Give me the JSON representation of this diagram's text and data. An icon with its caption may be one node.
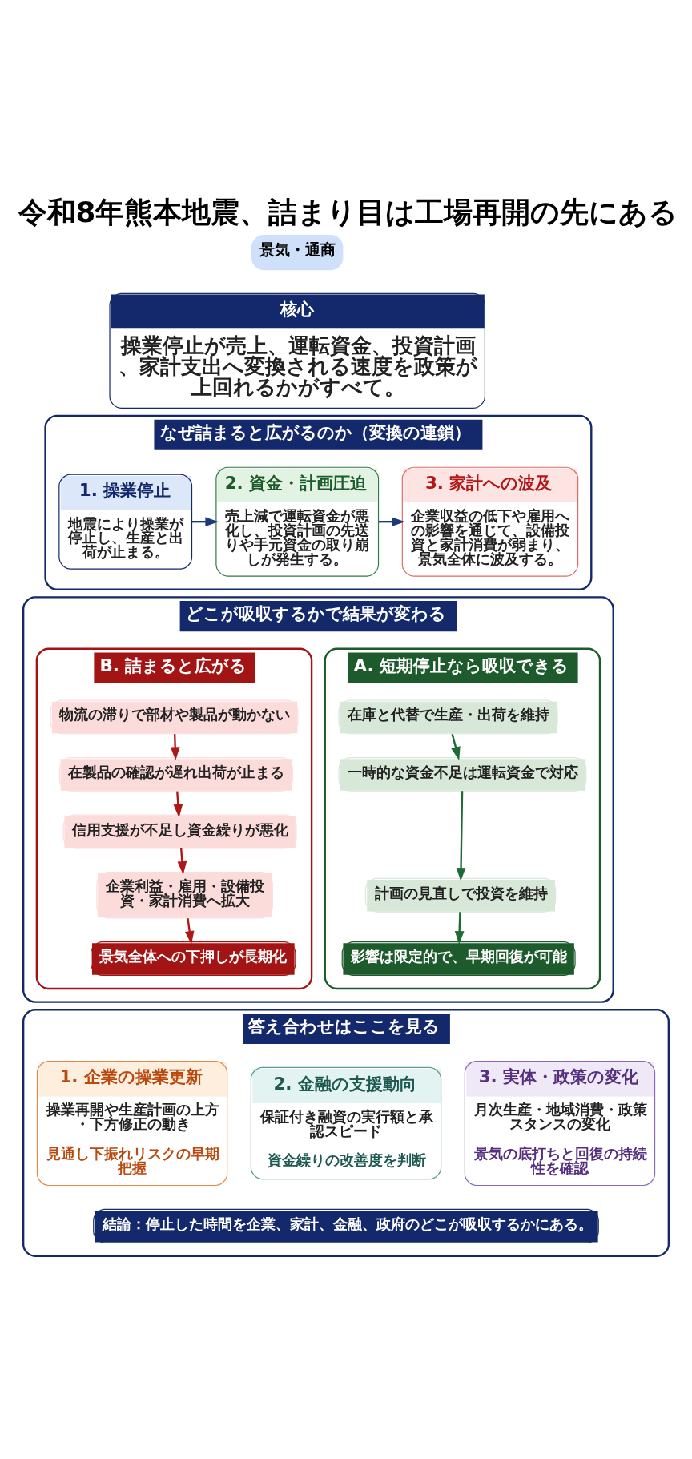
{
  "diagram": {
    "title": "令和8年熊本地震、詰まり目は工場再開の先にある",
    "nodes": [
      {
        "text": [
          "核心",
          "操業停止が売上、運転資金、投資計画、家計支出へ変換される速度を政策が上回れるかがすべて。"
        ]
      },
      {
        "text": [
          "なぜ詰まると広がるのか（変換の連鎖）"
        ]
      },
      {
        "text": [
          "1. 操業停止",
          "地震により操業が停止し、生産と出荷が止まる。"
        ],
        "in": 1
      },
      {
        "text": [
          "2. 資金・計画圧迫",
          "売上減で運転資金が悪化し、投資計画の先送りや手元資金の取り崩しが発生する。"
        ],
        "in": 1
      },
      {
        "text": [
          "3. 家計への波及",
          "企業収益の低下や雇用への影響を通じて、設備投資と家計消費が弱まり、景気全体に波及する。"
        ],
        "in": 1
      },
      {
        "text": [
          "どこが吸収するかで結果が変わる"
        ]
      },
      {
        "text": [
          "A. 短期停止なら吸収できる"
        ],
        "in": 5
      },
      {
        "text": [
          "在庫と代替で生産・出荷を維持"
        ],
        "in": 6
      },
      {
        "text": [
          "一時的な資金不足は運転資金で対応"
        ],
        "in": 6
      },
      {
        "text": [
          "計画の見直しで投資を維持"
        ],
        "in": 6
      },
      {
        "text": [
          "影響は限定的で、早期回復が可能"
        ],
        "in": 6
      },
      {
        "text": [
          "B. 詰まると広がる"
        ],
        "in": 5
      },
      {
        "text": [
          "物流の滞りで部材や製品が動かない"
        ],
        "in": 11
      },
      {
        "text": [
          "在製品の確認が遅れ出荷が止まる"
        ],
        "in": 11
      },
      {
        "text": [
          "信用支援が不足し資金繰りが悪化"
        ],
        "in": 11
      },
      {
        "text": [
          "企業利益・雇用・設備投資・家計消費へ拡大"
        ],
        "in": 11
      },
      {
        "text": [
          "景気全体への下押しが長期化"
        ],
        "in": 11
      },
      {
        "text": [
          "答え合わせはここを見る"
        ]
      },
      {
        "text": [
          "1. 企業の操業更新",
          "操業再開や生産計画の上方・下方修正の動き",
          "見通し下振れリスクの早期把握"
        ],
        "in": 17
      },
      {
        "text": [
          "2. 金融の支援動向",
          "保証付き融資の実行額と承認スピード",
          "資金繰りの改善度を判断"
        ],
        "in": 17
      },
      {
        "text": [
          "3. 実体・政策の変化",
          "月次生産・地域消費・政策スタンスの変化",
          "景気の底打ちと回復の持続性を確認"
        ],
        "in": 17
      },
      {
        "text": [
          "結論：停止した時間を企業、家計、金融、政府のどこが吸収するかにある。"
        ],
        "in": 17
      }
    ],
    "edges": [
      {
        "from": 2,
        "to": 3,
        "arrow": "to",
        "color": "#1f3a7a"
      },
      {
        "from": 3,
        "to": 4,
        "arrow": "to",
        "color": "#1f3a7a"
      },
      {
        "from": 7,
        "to": 8,
        "arrow": "to",
        "color": "#1e6b34"
      },
      {
        "from": 8,
        "to": 9,
        "arrow": "to",
        "color": "#1e6b34"
      },
      {
        "from": 9,
        "to": 10,
        "arrow": "to",
        "color": "#1e6b34"
      },
      {
        "from": 12,
        "to": 13,
        "arrow": "to",
        "color": "#b01818"
      },
      {
        "from": 13,
        "to": 14,
        "arrow": "to",
        "color": "#b01818"
      },
      {
        "from": 14,
        "to": 15,
        "arrow": "to",
        "color": "#b01818"
      },
      {
        "from": 15,
        "to": 16,
        "arrow": "to",
        "color": "#b01818"
      }
    ],
    "labels": [
      "景気・通商"
    ]
  }
}
